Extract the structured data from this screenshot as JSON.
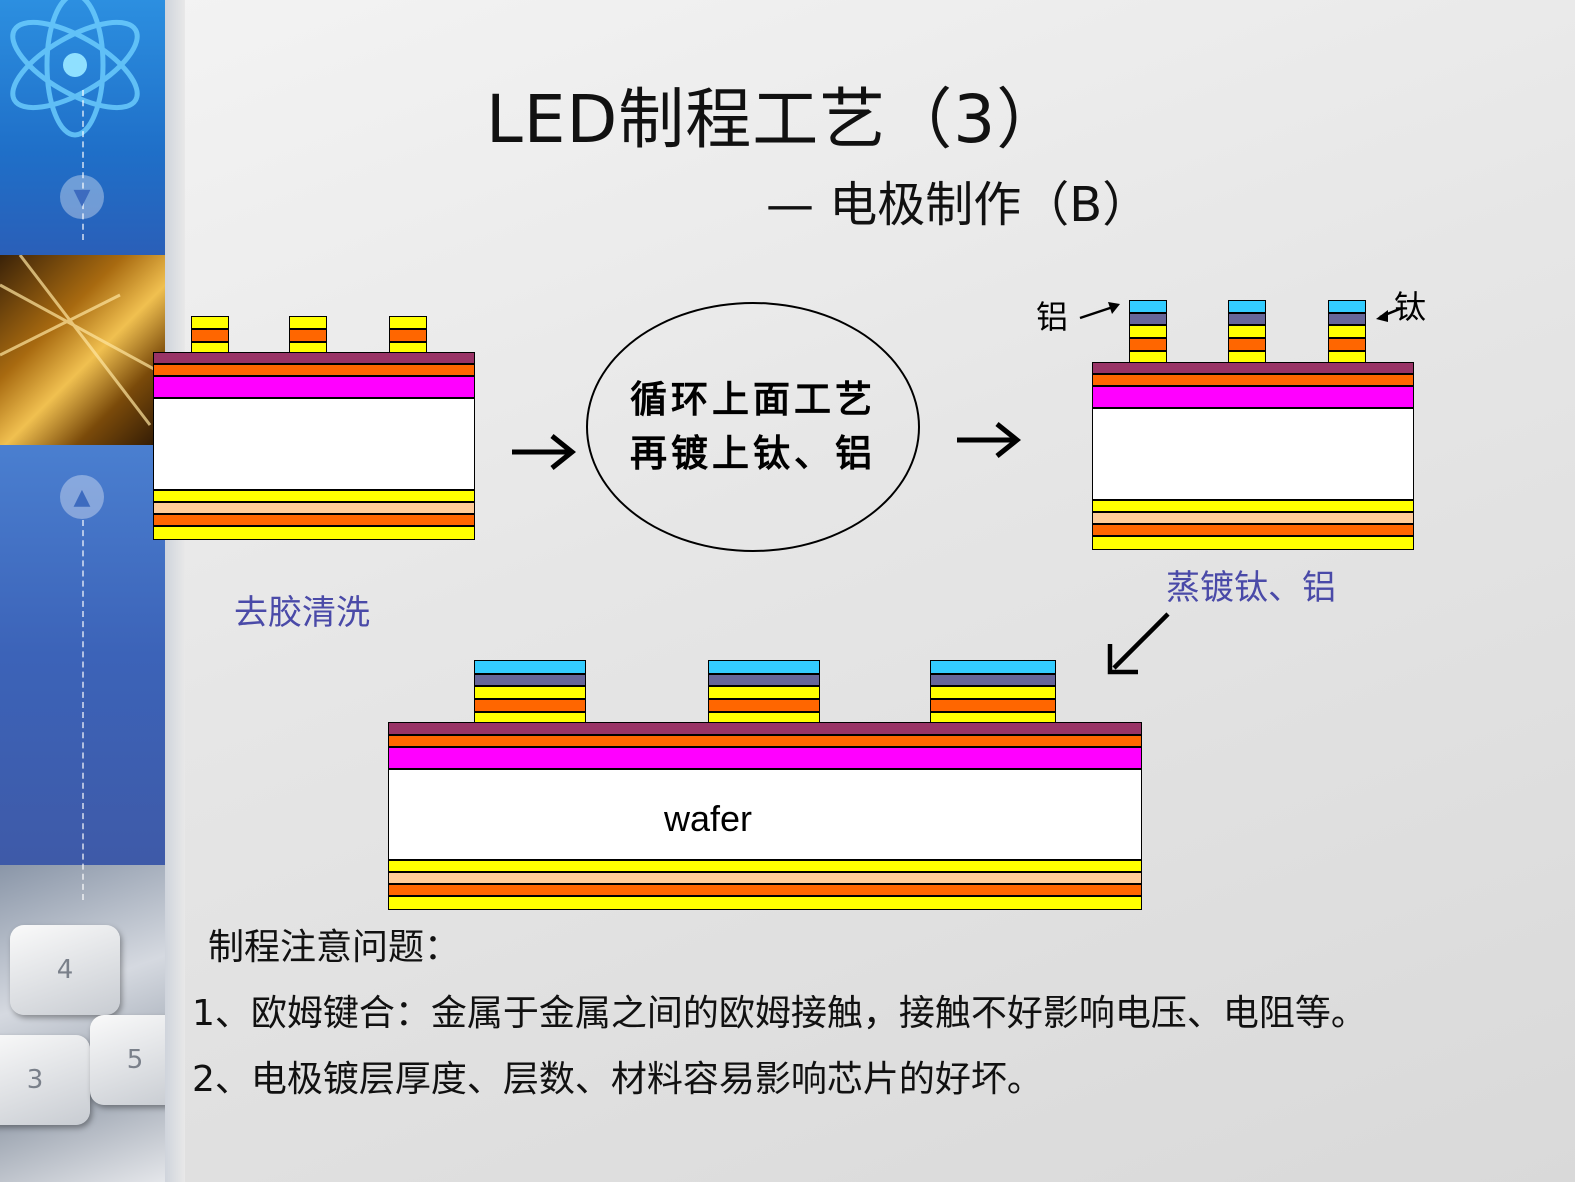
{
  "slide": {
    "title": "LED制程工艺（3）",
    "subtitle": "— 电极制作（B）"
  },
  "step1": {
    "caption": "去胶清洗"
  },
  "process_bubble": {
    "line1": "循环上面工艺",
    "line2": "再镀上钛、铝"
  },
  "step2": {
    "caption": "蒸镀钛、铝",
    "label_aluminum": "铝",
    "label_titanium": "钛"
  },
  "final": {
    "wafer_label": "wafer"
  },
  "notes": {
    "heading": "制程注意问题：",
    "items": [
      "1、欧姆键合：金属于金属之间的欧姆接触，接触不好影响电压、电阻等。",
      "2、电极镀层厚度、层数、材料容易影响芯片的好坏。"
    ]
  },
  "layer_colors": {
    "yellow": "#ffff00",
    "orange": "#ff6600",
    "peach": "#ffcc99",
    "magenta": "#ff00ff",
    "purple": "#993366",
    "white": "#ffffff",
    "cyan": "#33ccff",
    "slate": "#666699"
  },
  "sidebar": {
    "down_icon": "chevron-down-icon",
    "up_icon": "chevron-up-icon"
  }
}
